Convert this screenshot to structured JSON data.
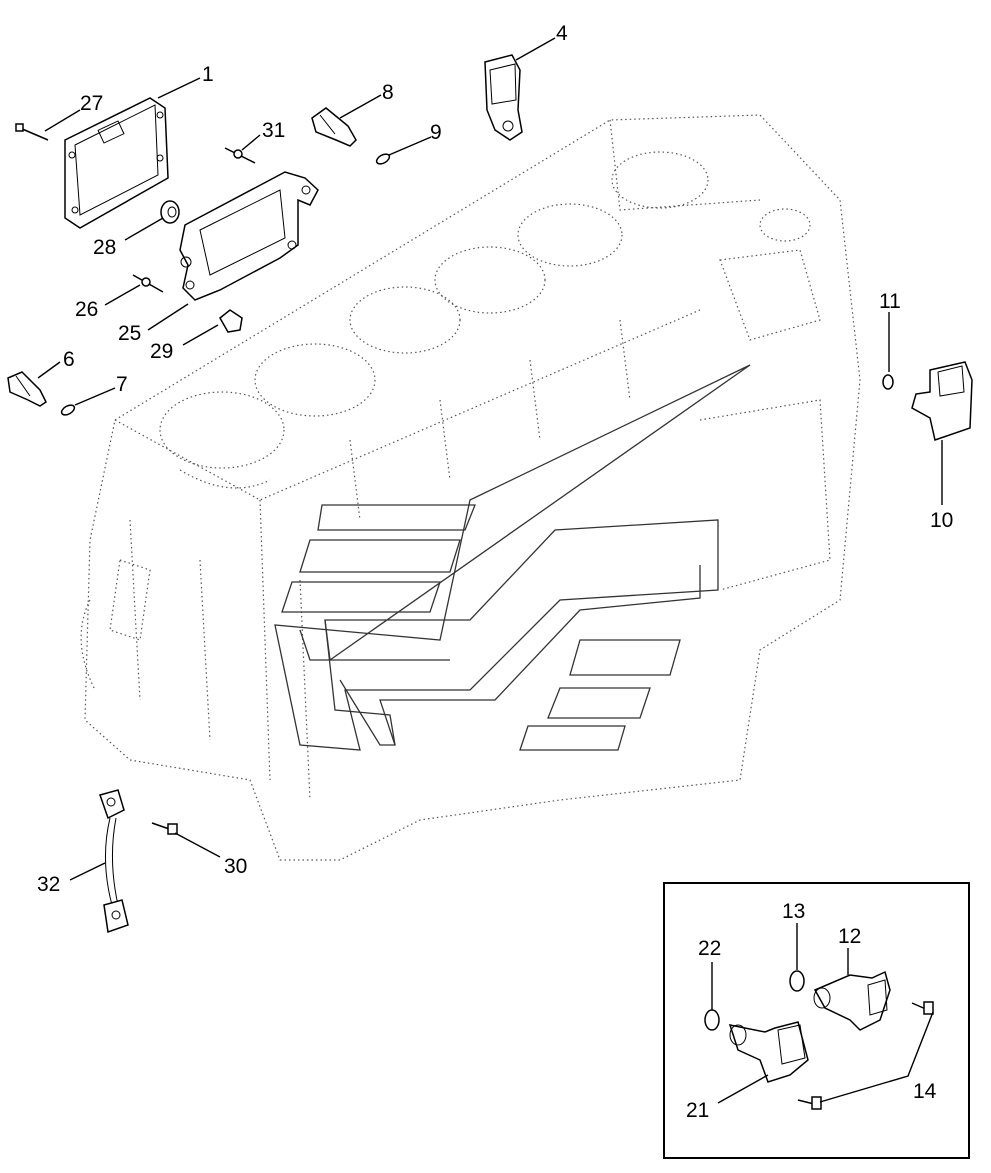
{
  "diagram": {
    "callouts": [
      {
        "id": "c1",
        "label": "1"
      },
      {
        "id": "c4",
        "label": "4"
      },
      {
        "id": "c6",
        "label": "6"
      },
      {
        "id": "c7",
        "label": "7"
      },
      {
        "id": "c8",
        "label": "8"
      },
      {
        "id": "c9",
        "label": "9"
      },
      {
        "id": "c10",
        "label": "10"
      },
      {
        "id": "c11",
        "label": "11"
      },
      {
        "id": "c12",
        "label": "12"
      },
      {
        "id": "c13",
        "label": "13"
      },
      {
        "id": "c14",
        "label": "14"
      },
      {
        "id": "c21",
        "label": "21"
      },
      {
        "id": "c22",
        "label": "22"
      },
      {
        "id": "c25",
        "label": "25"
      },
      {
        "id": "c26",
        "label": "26"
      },
      {
        "id": "c27",
        "label": "27"
      },
      {
        "id": "c28",
        "label": "28"
      },
      {
        "id": "c29",
        "label": "29"
      },
      {
        "id": "c30",
        "label": "30"
      },
      {
        "id": "c31",
        "label": "31"
      },
      {
        "id": "c32",
        "label": "32"
      }
    ]
  }
}
